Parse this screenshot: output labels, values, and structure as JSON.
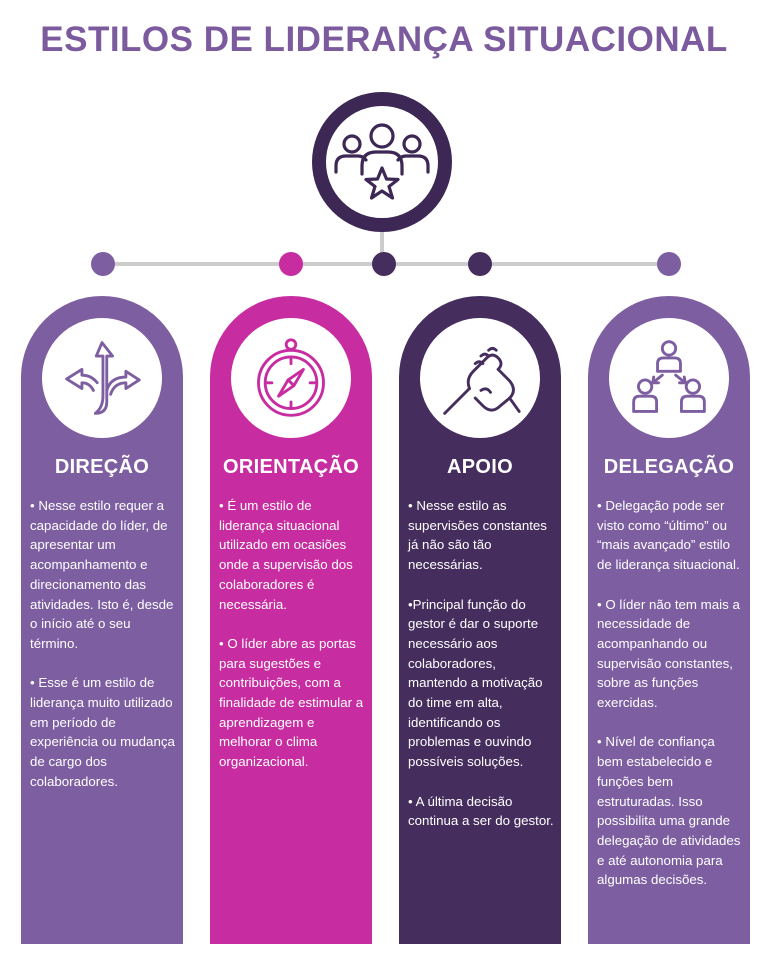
{
  "title": "ESTILOS DE LIDERANÇA SITUACIONAL",
  "colors": {
    "title": "#7b5a9e",
    "light_purple": "#7d5ea1",
    "magenta": "#c72ca0",
    "dark_purple": "#452d5d",
    "connector_gray": "#cccccc",
    "hub_ring": "#3d2754"
  },
  "hub": {
    "icon": "team-leader-star-icon"
  },
  "columns": [
    {
      "id": "direcao",
      "title": "DIREÇÃO",
      "icon": "split-arrows-icon",
      "color": "#7d5ea1",
      "paragraphs": [
        "• Nesse estilo requer a capacidade do líder, de apresentar um acompanhamento e direcionamento das atividades. Isto é, desde o início até o seu término.",
        "• Esse é um estilo de liderança muito utilizado em período de experiência ou mudança de cargo dos colaboradores."
      ]
    },
    {
      "id": "orientacao",
      "title": "ORIENTAÇÃO",
      "icon": "compass-icon",
      "color": "#c72ca0",
      "paragraphs": [
        "• É um estilo de liderança situacional utilizado em ocasiões onde a supervisão dos colaboradores é necessária.",
        "• O líder abre as portas para sugestões e contribuições, com a finalidade de estimular a aprendizagem e melhorar o clima organizacional."
      ]
    },
    {
      "id": "apoio",
      "title": "APOIO",
      "icon": "handshake-icon",
      "color": "#452d5d",
      "paragraphs": [
        "• Nesse estilo as supervisões constantes já não são tão necessárias.",
        "•Principal função do gestor é dar o suporte necessário aos colaboradores, mantendo a motivação do time em alta, identificando os problemas e ouvindo possíveis soluções.",
        "• A última decisão continua a ser do gestor."
      ]
    },
    {
      "id": "delegacao",
      "title": "DELEGAÇÃO",
      "icon": "delegation-hierarchy-icon",
      "color": "#7d5ea1",
      "paragraphs": [
        "• Delegação pode ser visto como “último” ou “mais avançado” estilo de liderança situacional.",
        "• O líder não tem mais a necessidade de acompanhando ou supervisão constantes, sobre as funções exercidas.",
        "• Nível de confiança bem estabelecido e funções bem estruturadas. Isso possibilita uma grande delegação de atividades e até autonomia para algumas decisões."
      ]
    }
  ],
  "connector_dots": [
    {
      "color": "#7d5ea1"
    },
    {
      "color": "#c72ca0"
    },
    {
      "color": "#452d5d"
    },
    {
      "color": "#452d5d"
    },
    {
      "color": "#7d5ea1"
    }
  ]
}
